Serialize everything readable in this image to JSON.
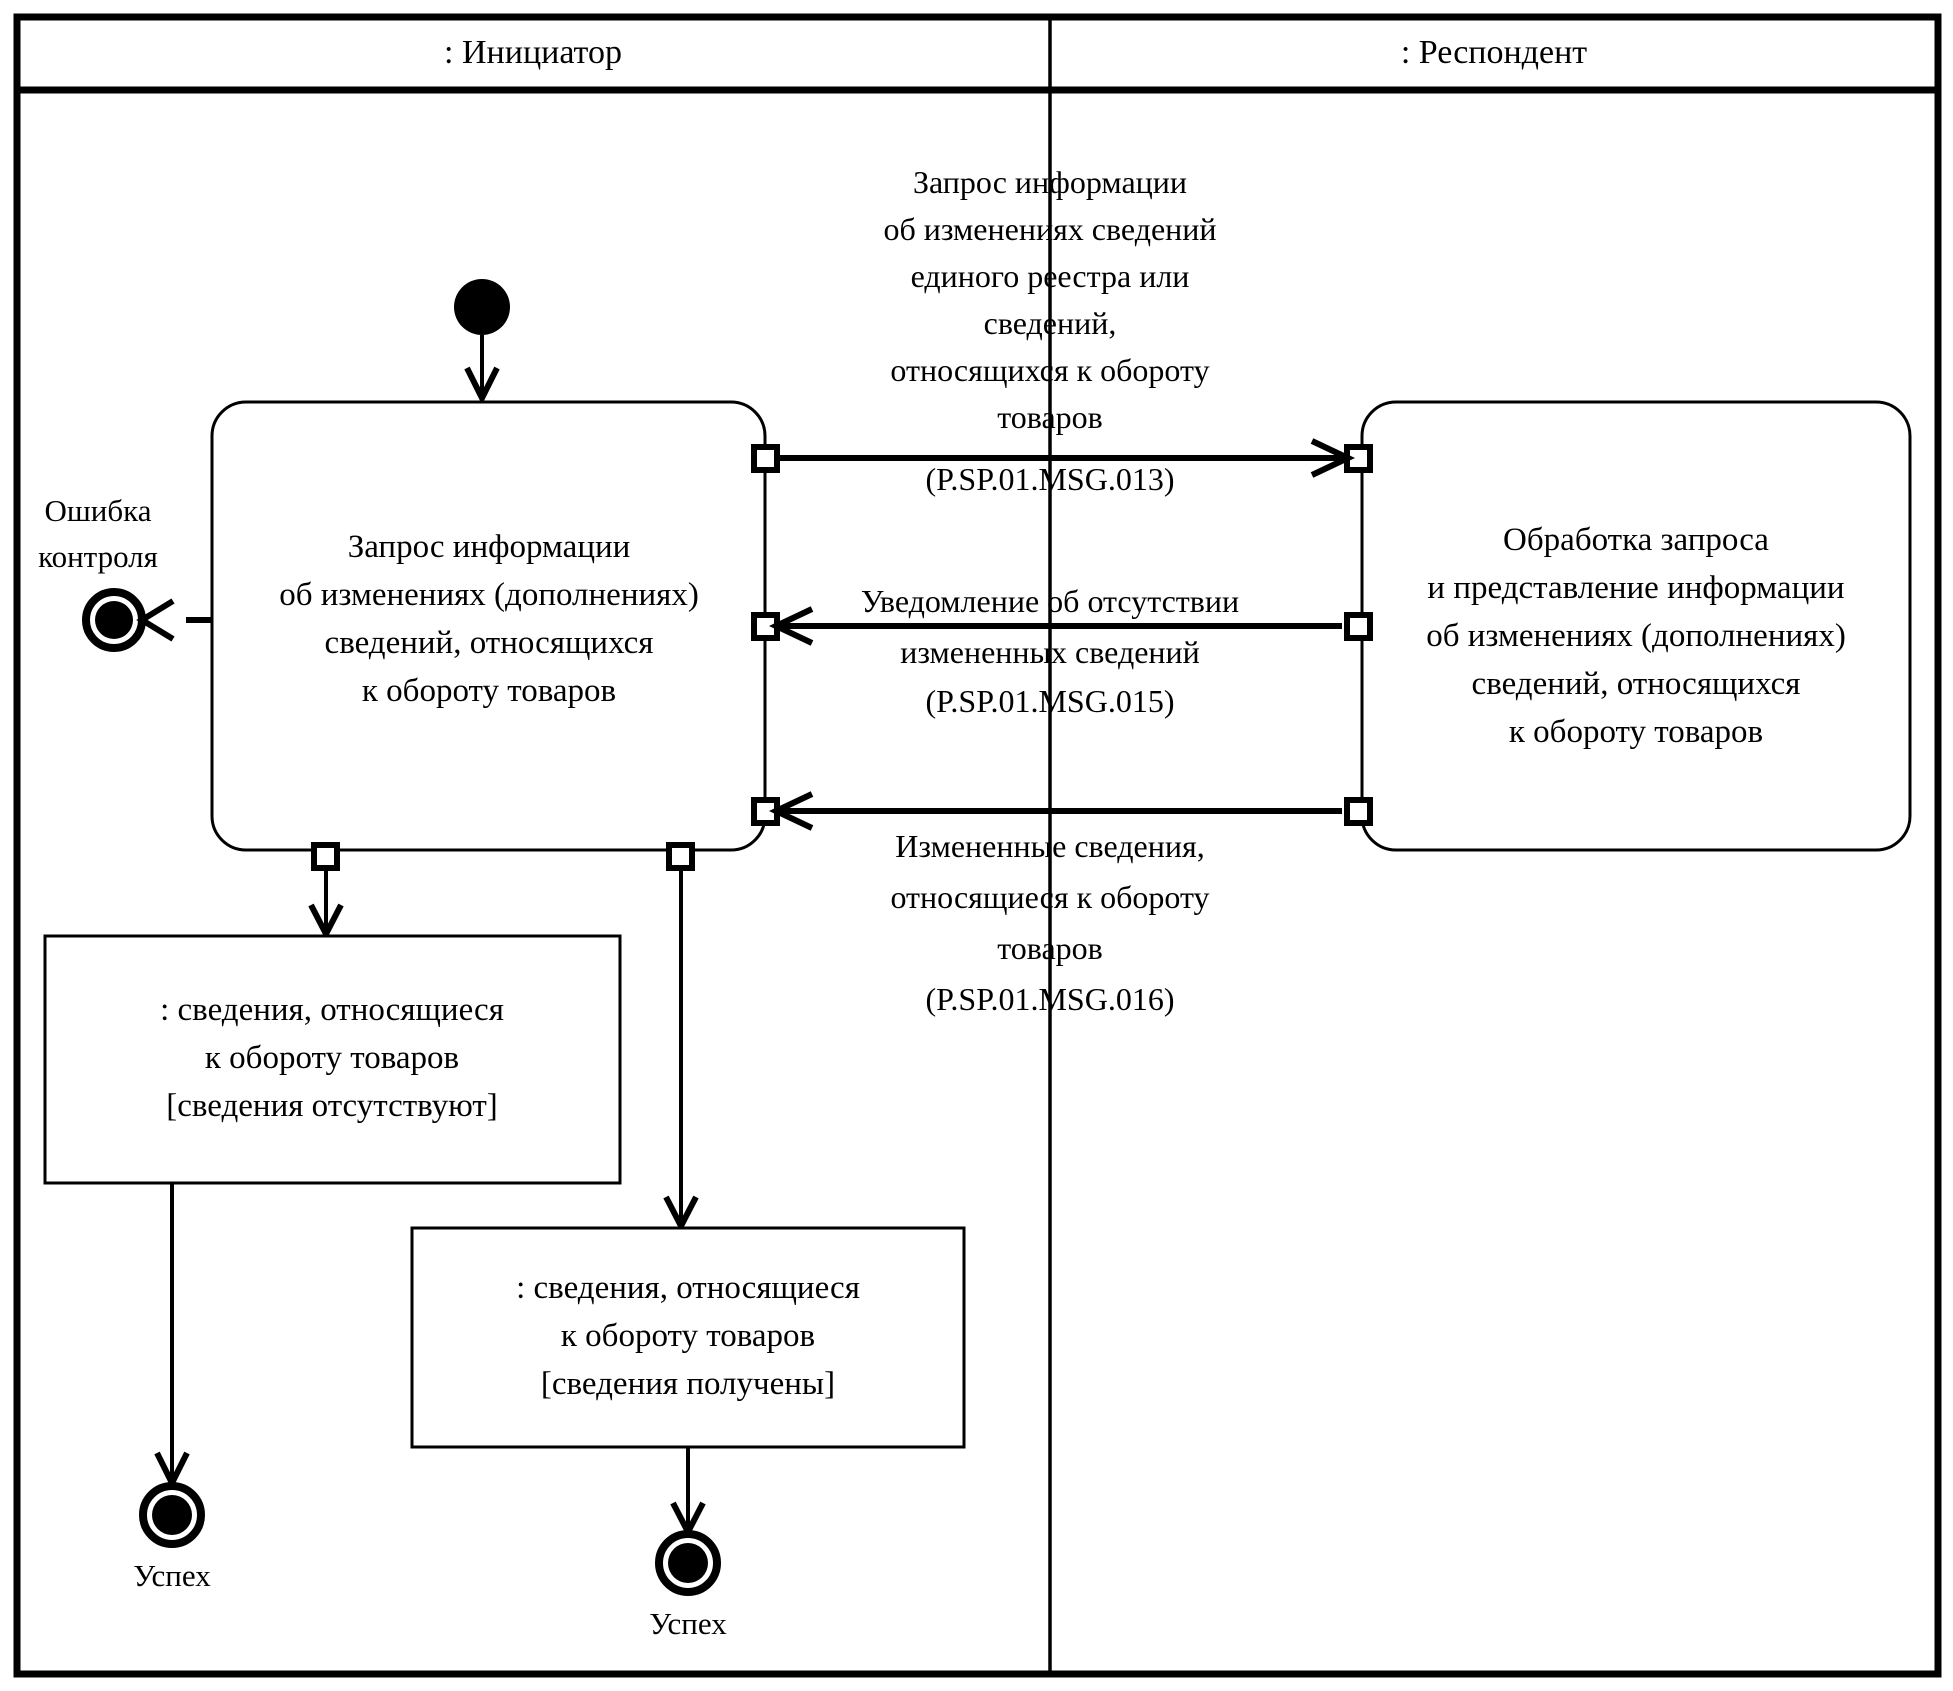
{
  "diagram": {
    "type": "uml-activity-diagram",
    "lanes": [
      {
        "id": "initiator",
        "title": ": Инициатор"
      },
      {
        "id": "respondent",
        "title": ": Респондент"
      }
    ],
    "nodes": {
      "initial": {
        "kind": "initial-node"
      },
      "initiator_activity": {
        "kind": "activity",
        "lines": [
          "Запрос информации",
          "об изменениях (дополнениях)",
          "сведений, относящихся",
          "к обороту товаров"
        ]
      },
      "respondent_activity": {
        "kind": "activity",
        "lines": [
          "Обработка запроса",
          "и представление информации",
          "об изменениях (дополнениях)",
          "сведений, относящихся",
          "к обороту товаров"
        ]
      },
      "object_absent": {
        "kind": "object-node",
        "lines": [
          ": сведения, относящиеся",
          "к обороту товаров",
          "[сведения отсутствуют]"
        ]
      },
      "object_received": {
        "kind": "object-node",
        "lines": [
          ": сведения, относящиеся",
          "к обороту товаров",
          "[сведения получены]"
        ]
      },
      "final_error": {
        "kind": "final-node",
        "label_lines": [
          "Ошибка",
          "контроля"
        ]
      },
      "final_success_left": {
        "kind": "final-node",
        "label": "Успех"
      },
      "final_success_right": {
        "kind": "final-node",
        "label": "Успех"
      }
    },
    "messages": [
      {
        "id": "msg013",
        "direction": "initiator-to-respondent",
        "lines": [
          "Запрос информации",
          "об изменениях  сведений",
          "единого реестра  или",
          "сведений,",
          "относящихся к обороту",
          "товаров"
        ],
        "code": "(P.SP.01.MSG.013)"
      },
      {
        "id": "msg015",
        "direction": "respondent-to-initiator",
        "lines": [
          "Уведомление об отсутствии",
          "измененных сведений"
        ],
        "code": "(P.SP.01.MSG.015)"
      },
      {
        "id": "msg016",
        "direction": "respondent-to-initiator",
        "lines": [
          "Измененные сведения,",
          "относящиеся к обороту",
          "товаров"
        ],
        "code": "(P.SP.01.MSG.016)"
      }
    ],
    "colors": {
      "stroke": "#000000",
      "background": "#ffffff"
    }
  }
}
